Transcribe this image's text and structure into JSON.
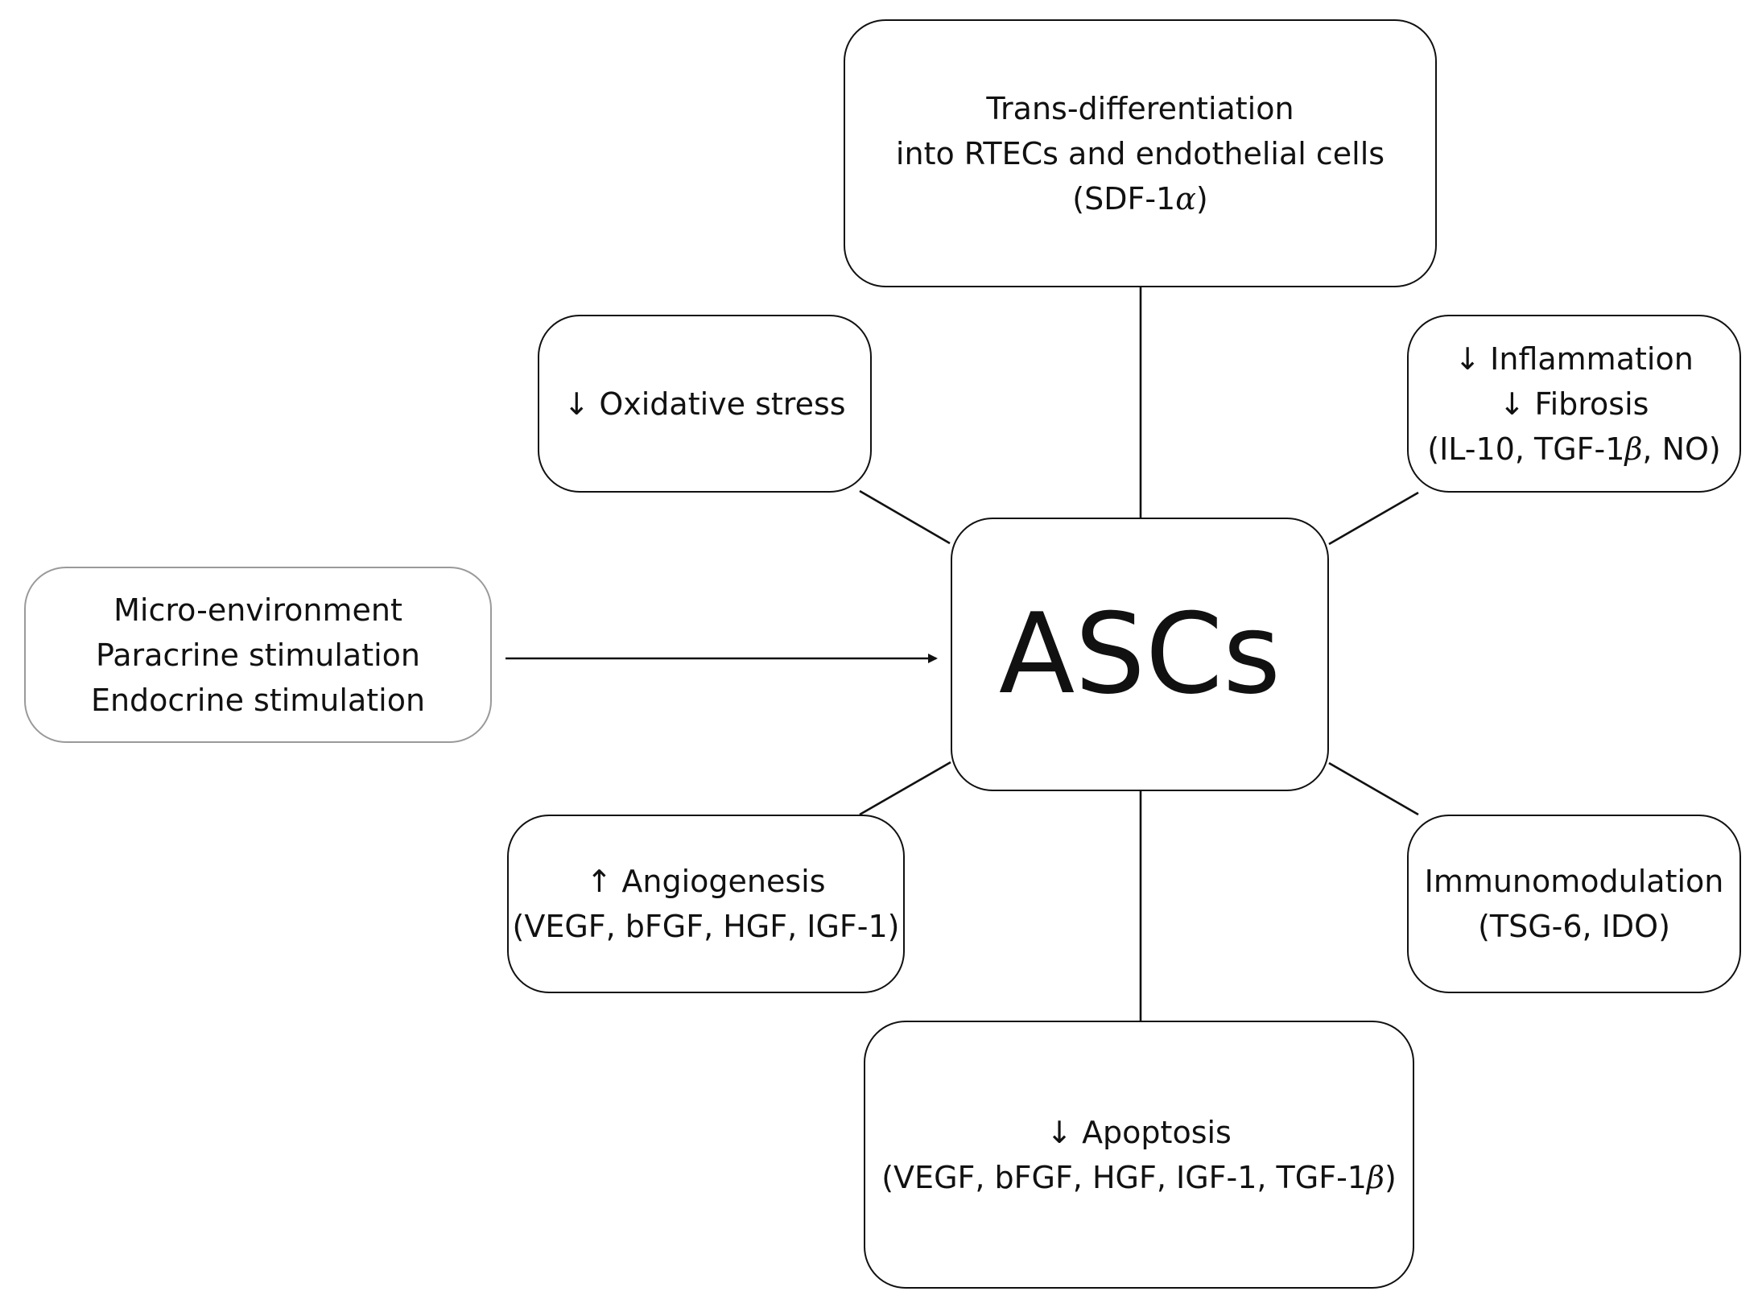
{
  "center": {
    "label": "ASCs"
  },
  "input": {
    "lines": [
      "Micro-environment",
      "Paracrine stimulation",
      "Endocrine stimulation"
    ]
  },
  "top": {
    "line1": "Trans-differentiation",
    "line2": "into RTECs and endothelial cells",
    "line3_pre": "(SDF-1",
    "line3_greek": "α",
    "line3_post": ")"
  },
  "oxidative": {
    "arrow": "↓",
    "text": "Oxidative stress"
  },
  "inflammation": {
    "line1_arrow": "↓",
    "line1_text": "Inflammation",
    "line2_arrow": "↓",
    "line2_text": "Fibrosis",
    "line3_pre": "(IL-10, TGF-1",
    "line3_greek": "β",
    "line3_post": ", NO)"
  },
  "angiogenesis": {
    "arrow": "↑",
    "text": "Angiogenesis",
    "line2": "(VEGF, bFGF, HGF, IGF-1)"
  },
  "immunomodulation": {
    "line1": "Immunomodulation",
    "line2": "(TSG-6, IDO)"
  },
  "apoptosis": {
    "arrow": "↓",
    "text": "Apoptosis",
    "line2_pre": "(VEGF, bFGF, HGF, IGF-1, TGF-1",
    "line2_greek": "β",
    "line2_post": ")"
  },
  "colors": {
    "stroke": "#111111",
    "soft_border": "#9a9a9a",
    "background": "#ffffff"
  }
}
